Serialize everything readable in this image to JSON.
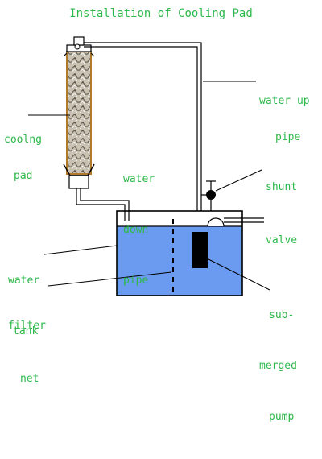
{
  "title": "Installation of Cooling Pad",
  "labels": {
    "water_up_pipe": [
      "water up",
      "pipe"
    ],
    "cooling_pad": [
      "coolng",
      "pad"
    ],
    "water_down_pipe": [
      "water",
      "down",
      "pipe"
    ],
    "shunt_valve": [
      "shunt",
      "valve"
    ],
    "water_tank": [
      "water",
      "tank"
    ],
    "filter_net": [
      "filter",
      "net"
    ],
    "submerged_pump": [
      "sub-",
      "merged",
      "pump"
    ]
  },
  "colors": {
    "label_text": "#2db84a",
    "tank_water": "#6b9bf0",
    "pump": "#000000",
    "pipe": "#000000",
    "pad_frame": "#b07a2a"
  }
}
